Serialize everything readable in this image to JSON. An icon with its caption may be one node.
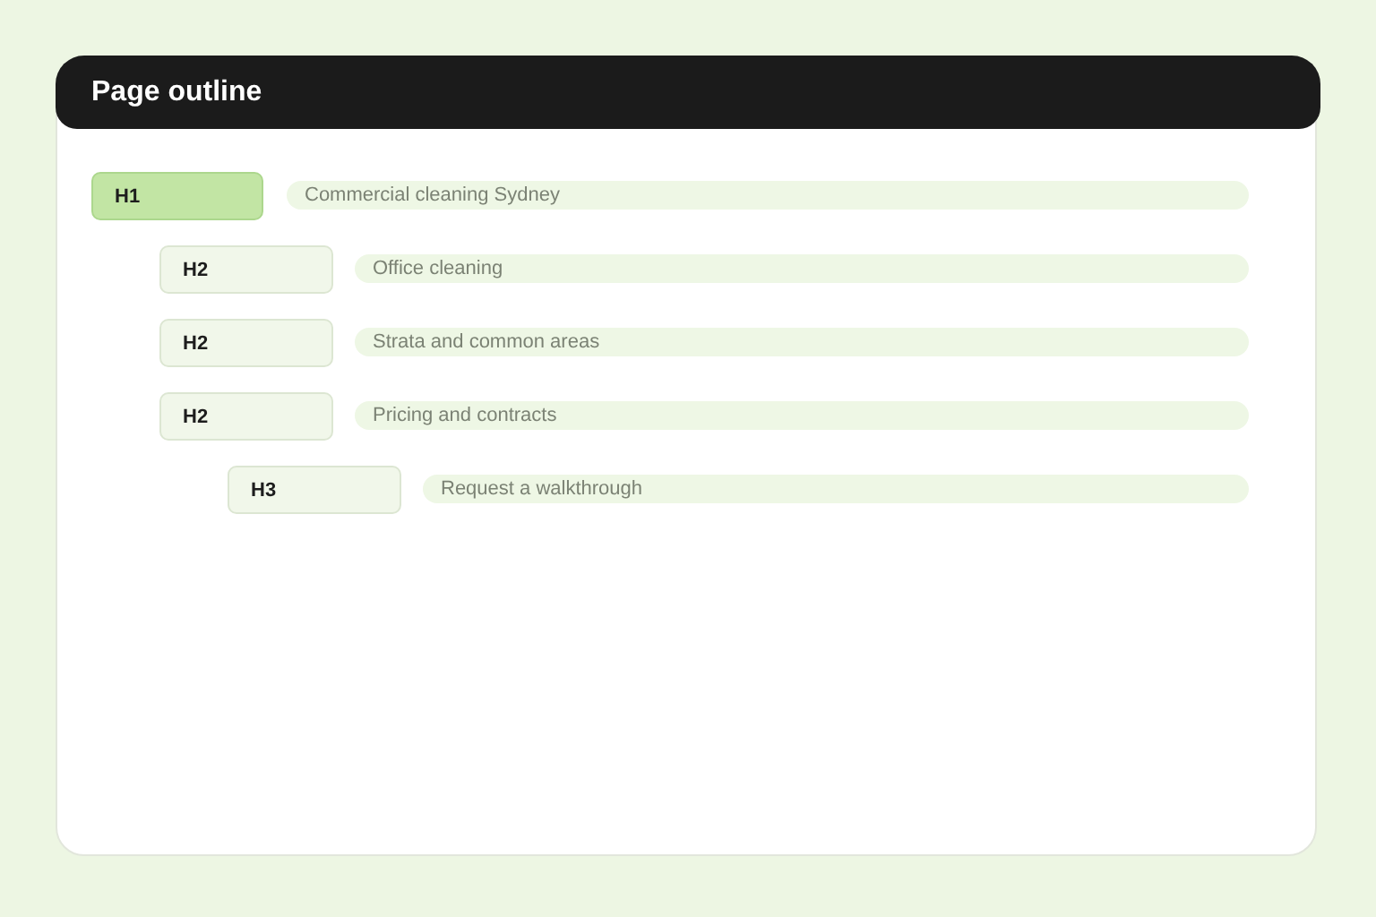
{
  "diagram": {
    "title": "Page outline",
    "nodes": [
      {
        "text": [
          "H1"
        ]
      },
      {
        "text": [
          "Commercial cleaning Sydney"
        ]
      },
      {
        "text": [
          "H2"
        ]
      },
      {
        "text": [
          "Office cleaning"
        ]
      },
      {
        "text": [
          "H2"
        ]
      },
      {
        "text": [
          "Strata and common areas"
        ]
      },
      {
        "text": [
          "H2"
        ]
      },
      {
        "text": [
          "Pricing and contracts"
        ]
      },
      {
        "text": [
          "H3"
        ]
      },
      {
        "text": [
          "Request a walkthrough"
        ]
      }
    ]
  }
}
